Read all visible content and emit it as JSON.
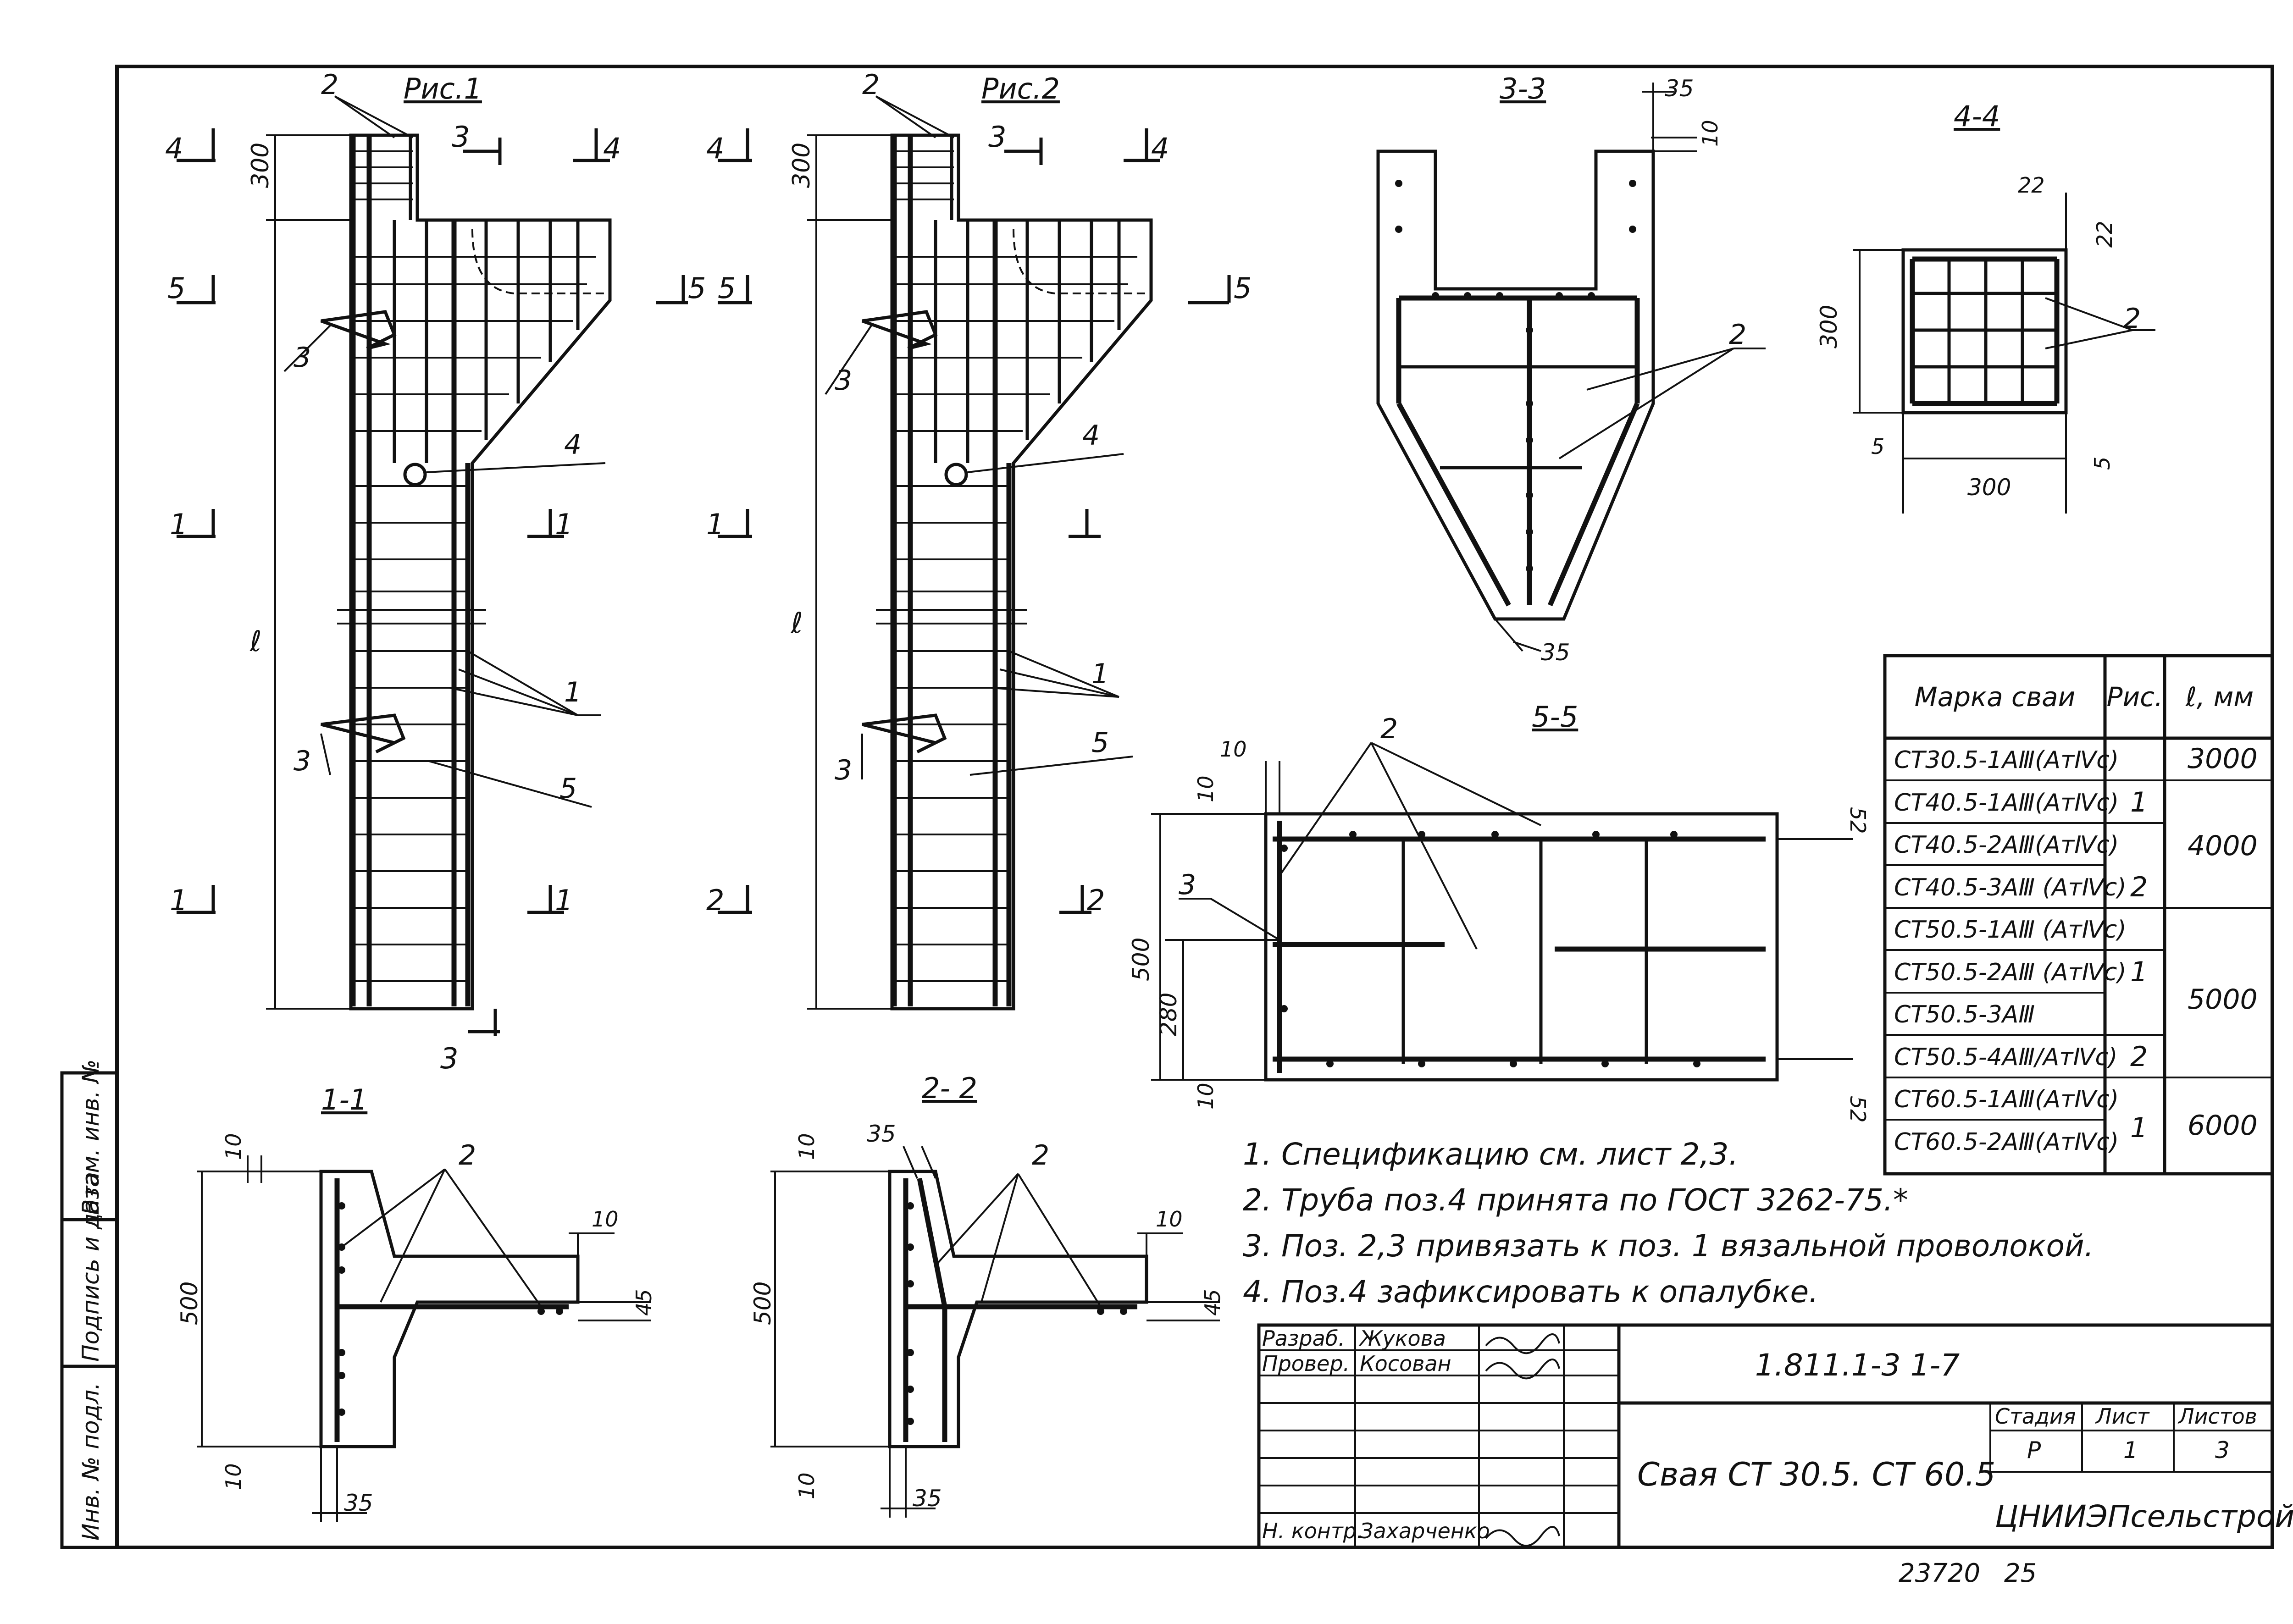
{
  "figures": {
    "fig1_title": "Рис.1",
    "fig2_title": "Рис.2"
  },
  "sections": {
    "s11": "1-1",
    "s22": "2- 2",
    "s33": "3-3",
    "s44": "4-4",
    "s55": "5-5"
  },
  "section_marks": {
    "m1": "1",
    "m2": "2",
    "m3": "3",
    "m4": "4",
    "m5": "5"
  },
  "positions": {
    "p1": "1",
    "p2": "2",
    "p3": "3",
    "p4": "4",
    "p5": "5"
  },
  "dimensions": {
    "d300": "300",
    "d500": "500",
    "d280": "280",
    "d10": "10",
    "d35": "35",
    "d45": "45",
    "d22": "22",
    "d5": "5",
    "d52": "52",
    "length_symbol": "ℓ"
  },
  "table": {
    "col_mark": "Марка сваи",
    "col_fig": "Рис.",
    "col_len": "ℓ, мм",
    "rows": [
      {
        "mark": "СТ30.5-1АⅢ(АтⅣс)",
        "fig": "",
        "len": "3000"
      },
      {
        "mark": "СТ40.5-1АⅢ(АтⅣс)",
        "fig": "1",
        "len": ""
      },
      {
        "mark": "СТ40.5-2АⅢ(АтⅣс)",
        "fig": "",
        "len": "4000"
      },
      {
        "mark": "СТ40.5-3АⅢ (АтⅣс)",
        "fig": "2",
        "len": ""
      },
      {
        "mark": "СТ50.5-1АⅢ (АтⅣс)",
        "fig": "",
        "len": ""
      },
      {
        "mark": "СТ50.5-2АⅢ (АтⅣс)",
        "fig": "1",
        "len": "5000"
      },
      {
        "mark": "СТ50.5-3АⅢ",
        "fig": "",
        "len": ""
      },
      {
        "mark": "СТ50.5-4АⅢ/АтⅣс)",
        "fig": "2",
        "len": ""
      },
      {
        "mark": "СТ60.5-1АⅢ(АтⅣс)",
        "fig": "1",
        "len": "6000"
      },
      {
        "mark": "СТ60.5-2АⅢ(АтⅣс)",
        "fig": "",
        "len": ""
      }
    ]
  },
  "notes": [
    "1. Спецификацию см. лист 2,3.",
    "2. Труба поз.4 принята по ГОСТ 3262-75.*",
    "3. Поз. 2,3 привязать к поз. 1 вязальной проволокой.",
    "4. Поз.4 зафиксировать к опалубке."
  ],
  "title_block": {
    "role_dev": "Разраб.",
    "name_dev": "Жукова",
    "role_check": "Провер.",
    "name_check": "Косован",
    "role_norm": "Н. контр.",
    "name_norm": "Захарченко",
    "code": "1.811.1-3 1-7",
    "title": "Свая СТ 30.5. СТ 60.5",
    "stage_h": "Стадия",
    "sheet_h": "Лист",
    "sheets_h": "Листов",
    "stage": "Р",
    "sheet": "1",
    "sheets": "3",
    "org": "ЦНИИЭПсельстрой"
  },
  "side_stamp": {
    "inv_orig": "Инв. № подл.",
    "sign_date": "Подпись и дата",
    "replace_inv": "Взам. инв. №"
  },
  "footer": {
    "number": "23720",
    "page": "25"
  }
}
